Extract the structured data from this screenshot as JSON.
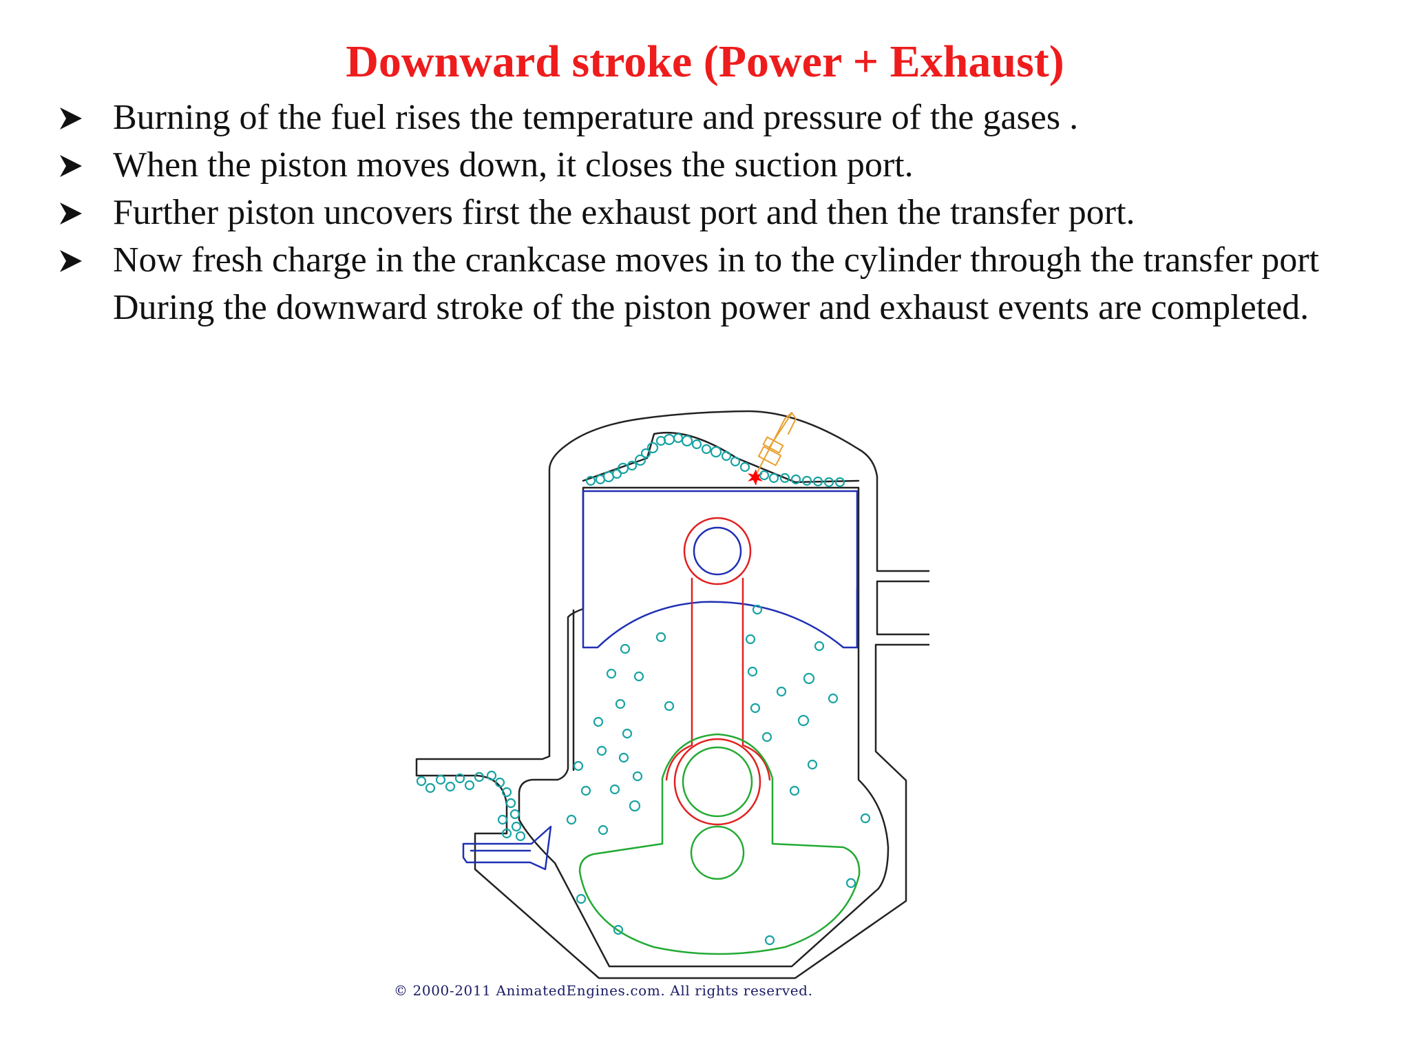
{
  "slide": {
    "title": "Downward stroke (Power + Exhaust)",
    "bullets": [
      "Burning of the fuel rises the temperature and pressure of the gases .",
      "When the piston moves down, it closes the suction port.",
      "Further piston uncovers first the exhaust port and then the transfer port.",
      "Now fresh charge in the crankcase moves in to the cylinder through the transfer port During the downward stroke of the piston power and exhaust events are completed."
    ],
    "bullet_icon": "arrowhead-bullet-icon"
  },
  "diagram": {
    "copyright": "© 2000-2011 AnimatedEngines.com.  All rights reserved.",
    "colors": {
      "title": "#ee1c1c",
      "engine_outline": "#222222",
      "piston": "#1f2fb4",
      "connecting_rod": "#e02020",
      "crankshaft": "#22aa33",
      "charge_bubbles": "#19a3a3",
      "spark_plug": "#e8a030",
      "spark": "#ff0000"
    }
  }
}
